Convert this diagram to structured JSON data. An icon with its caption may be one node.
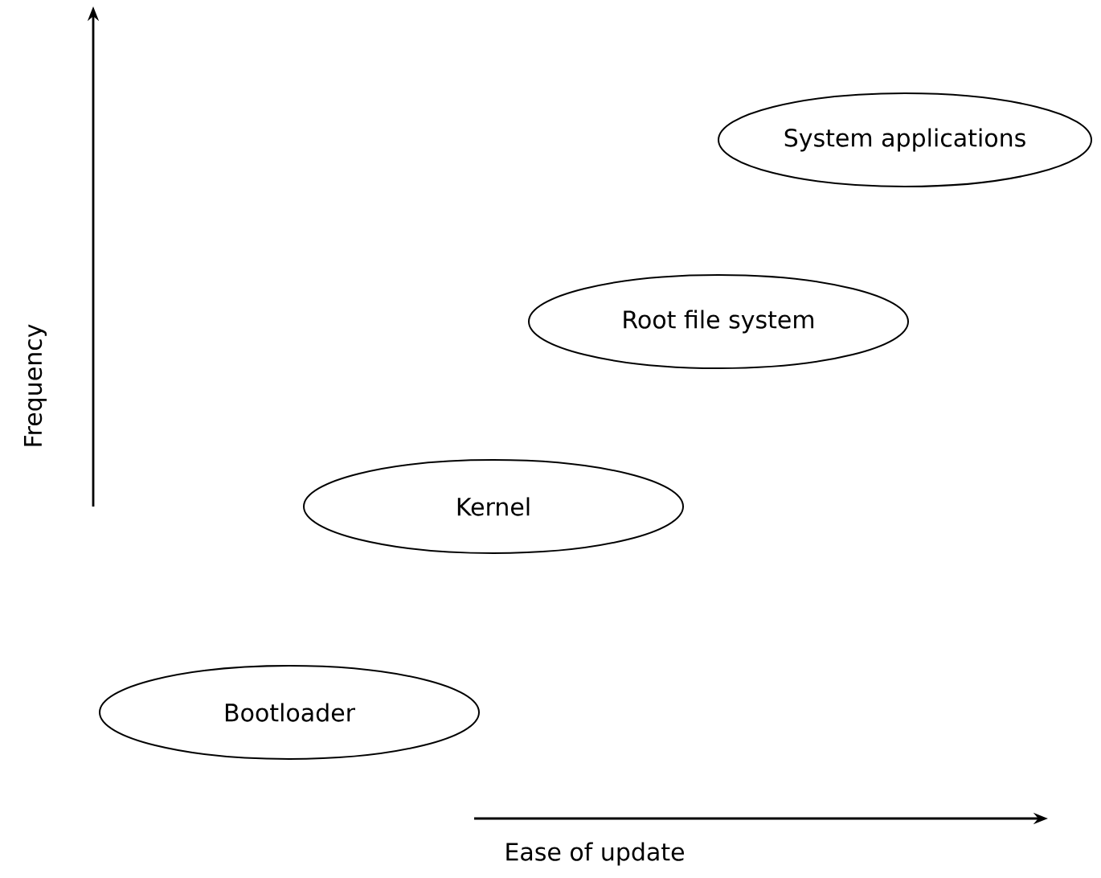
{
  "diagram": {
    "nodes": [
      {
        "text": [
          "System applications"
        ]
      },
      {
        "text": [
          "Root file system"
        ]
      },
      {
        "text": [
          "Kernel"
        ]
      },
      {
        "text": [
          "Bootloader"
        ]
      }
    ],
    "labels": [
      "Frequency",
      "Ease of update"
    ]
  }
}
